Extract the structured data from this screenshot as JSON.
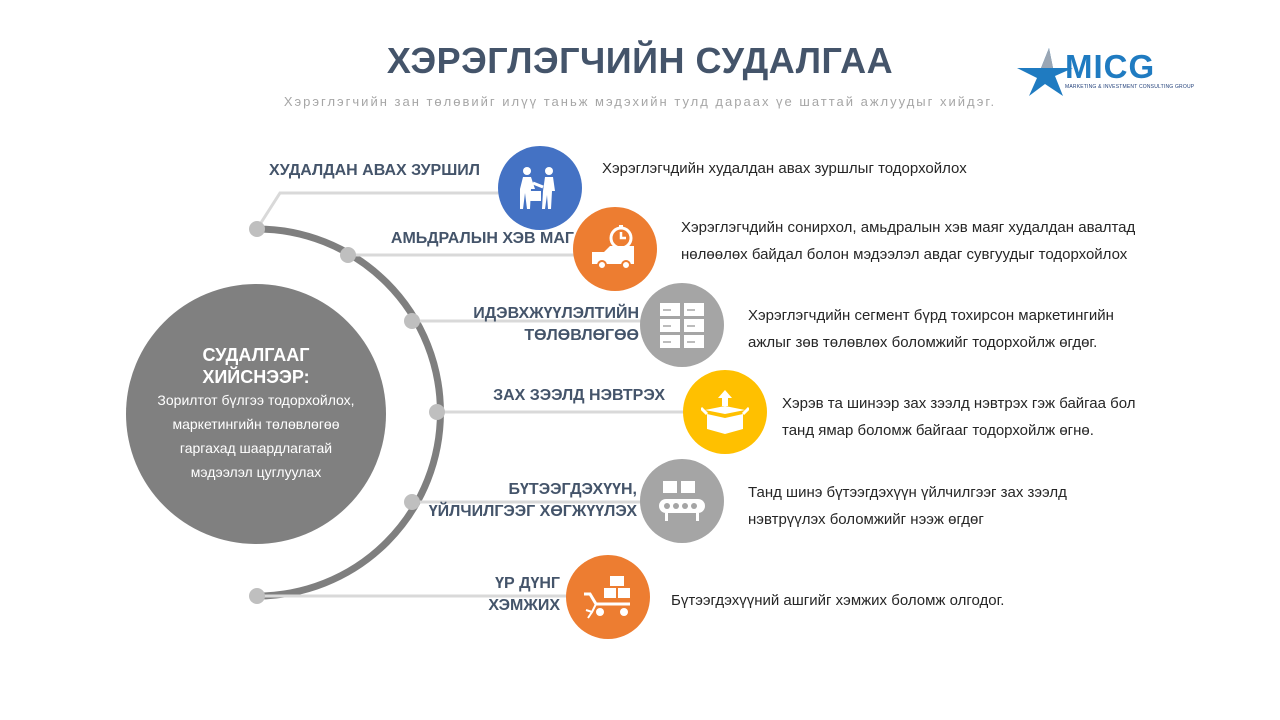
{
  "header": {
    "title": "ХЭРЭГЛЭГЧИЙН СУДАЛГАА",
    "subtitle": "Хэрэглэгчийн зан төлөвийг илүү таньж мэдэхийн тулд дараах үе шаттай ажлуудыг хийдэг."
  },
  "logo": {
    "name": "MICG",
    "tagline": "MARKETING & INVESTMENT CONSULTING GROUP",
    "colors": {
      "star": "#1f7bc1",
      "text": "#1f7bc1"
    }
  },
  "center": {
    "heading": "СУДАЛГААГ ХИЙСНЭЭР:",
    "body": "Зорилтот бүлгээ тодорхойлох, маркетингийн төлөвлөгөө гаргахад шаардлагатай мэдээлэл цуглуулах"
  },
  "steps": [
    {
      "label": "ХУДАЛДАН АВАХ ЗУРШИЛ",
      "description": "Хэрэглэгчдийн  худалдан авах зуршлыг тодорхойлох",
      "icon": "handshake-box-icon",
      "color": "#4472c4"
    },
    {
      "label": "АМЬДРАЛЫН ХЭВ МАГ",
      "description": "Хэрэглэгчдийн  сонирхол, амьдралын хэв маяг худалдан авалтад нөлөөлөх байдал болон мэдээлэл авдаг сувгуудыг тодорхойлох",
      "icon": "delivery-truck-clock-icon",
      "color": "#ed7d31"
    },
    {
      "label": "ИДЭВХЖҮҮЛЭЛТИЙН ТӨЛӨВЛӨГӨӨ",
      "label_line1": "ИДЭВХЖҮҮЛЭЛТИЙН",
      "label_line2": "ТӨЛӨВЛӨГӨӨ",
      "description": "Хэрэглэгчдийн  сегмент бүрд тохирсон маркетингийн ажлыг зөв төлөвлөх  боломжийг  тодорхойлж  өгдөг.",
      "icon": "stacked-boxes-icon",
      "color": "#a5a5a5"
    },
    {
      "label": "ЗАХ ЗЭЭЛД НЭВТРЭХ",
      "description": "Хэрэв та шинээр зах зээлд нэвтрэх гэж байгаа бол танд ямар боломж байгааг тодорхойлж өгнө.",
      "icon": "open-box-arrow-icon",
      "color": "#ffc000"
    },
    {
      "label": "БҮТЭЭГДЭХҮҮН, ҮЙЛЧИЛГЭЭГ ХӨГЖҮҮЛЭХ",
      "label_line1": "БҮТЭЭГДЭХҮҮН,",
      "label_line2": "ҮЙЛЧИЛГЭЭГ ХӨГЖҮҮЛЭХ",
      "description": "Танд шинэ бүтээгдэхүүн үйлчилгээг  зах зээлд нэвтрүүлэх боломжийг  нээж өгдөг",
      "icon": "conveyor-belt-icon",
      "color": "#a5a5a5"
    },
    {
      "label": "ҮР ДҮНГ ХЭМЖИХ",
      "label_line1": "ҮР ДҮНГ",
      "label_line2": "ХЭМЖИХ",
      "description": "Бүтээгдэхүүний ашгийг хэмжих боломж олгодог.",
      "icon": "cart-boxes-icon",
      "color": "#ed7d31"
    }
  ]
}
